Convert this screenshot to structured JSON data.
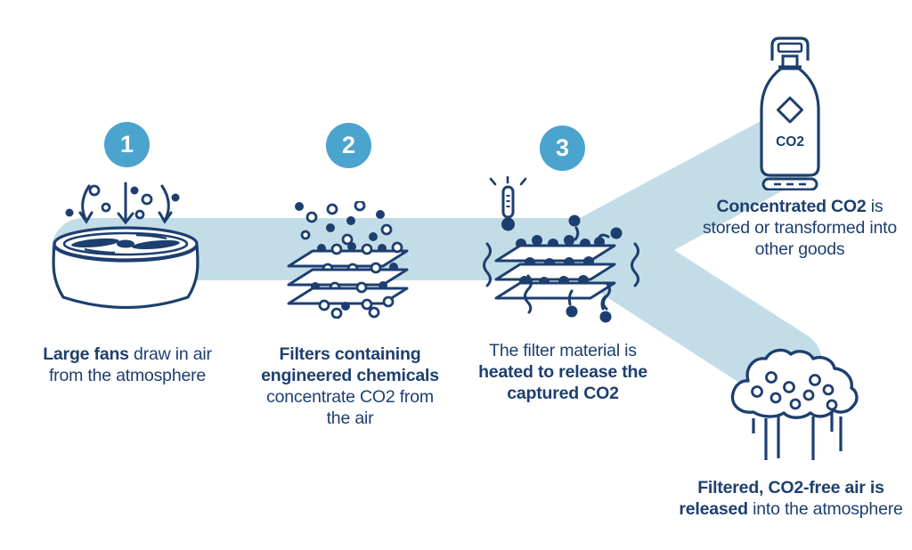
{
  "diagram_name": "direct-air-capture-process",
  "colors": {
    "navy": "#1D3F6F",
    "band_blue": "#C3DDE8",
    "step_circle_blue": "#4BA4CD",
    "background": "#FFFFFF"
  },
  "steps": [
    {
      "number": "1",
      "icon": "fan-intake-icon",
      "caption": {
        "pre": "",
        "bold": "Large fans",
        "post": " draw in air from the atmosphere"
      }
    },
    {
      "number": "2",
      "icon": "filter-layers-icon",
      "caption": {
        "pre": "",
        "bold": "Filters containing engineered chemicals",
        "post": " concentrate CO2 from the air"
      }
    },
    {
      "number": "3",
      "icon": "heated-filter-icon",
      "caption": {
        "pre": "The filter material is ",
        "bold": "heated to release the captured CO2",
        "post": ""
      }
    }
  ],
  "outcomes": [
    {
      "icon": "co2-cylinder-icon",
      "cylinder_label": "CO2",
      "caption": {
        "pre": "",
        "bold": "Concentrated CO2",
        "post": " is stored or transformed into other goods"
      }
    },
    {
      "icon": "co2-free-air-cloud-icon",
      "caption": {
        "pre": "",
        "bold": "Filtered, CO2-free air is released",
        "post": " into the atmosphere"
      }
    }
  ]
}
